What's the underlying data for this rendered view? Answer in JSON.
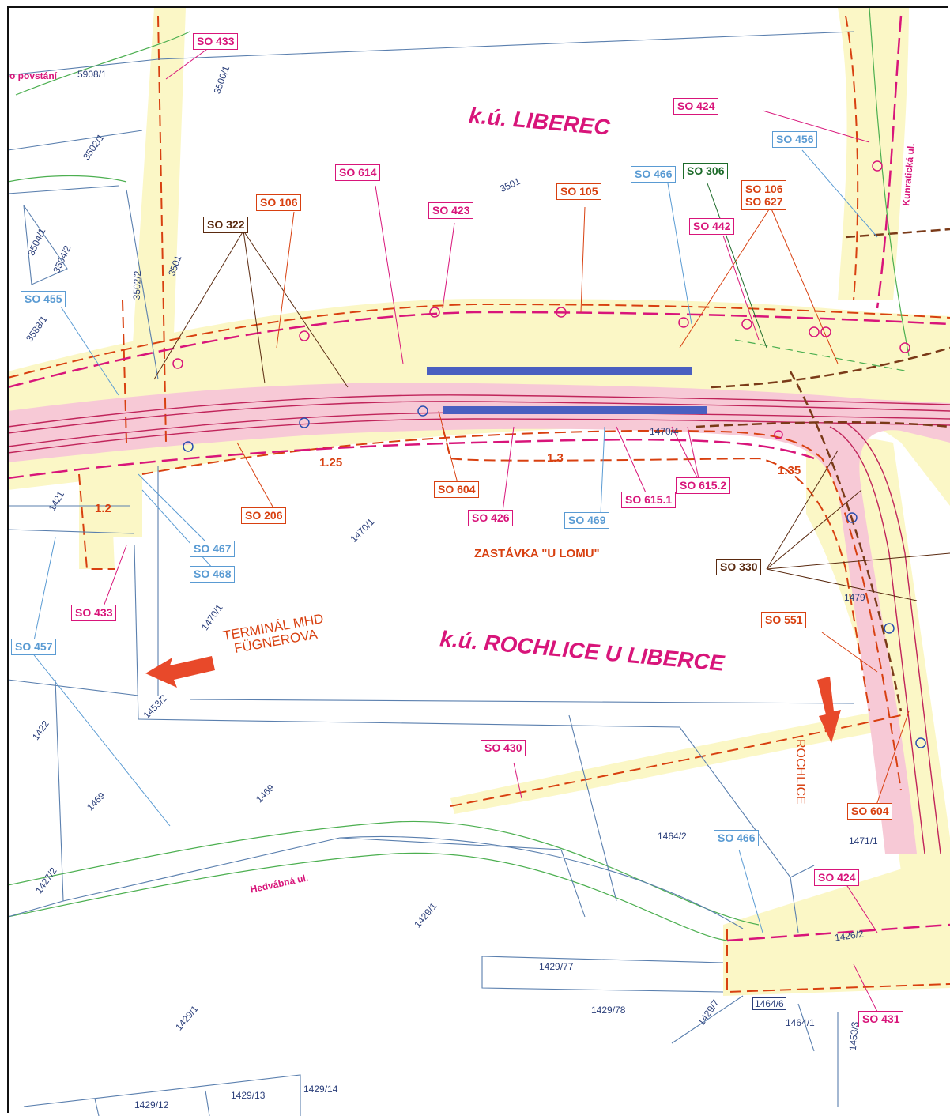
{
  "areas": {
    "liberec": "k.ú. LIBEREC",
    "rochlice": "k.ú. ROCHLICE U LIBERCE"
  },
  "stop_name": "ZASTÁVKA \"U LOMU\"",
  "terminal": {
    "line1": "TERMINÁL MHD",
    "line2": "FÜGNEROVA"
  },
  "direction_rochlice": "ROCHLICE",
  "streets": {
    "povstani": "o povstání",
    "kunraticka": "Kunratická ul.",
    "hedvabna": "Hedvábná ul."
  },
  "object_labels": {
    "so433_top": "SO 433",
    "so424_top": "SO 424",
    "so456": "SO 456",
    "so614": "SO 614",
    "so466_top": "SO 466",
    "so306": "SO 306",
    "so106_right": "SO 106",
    "so627": "SO 627",
    "so106_left": "SO 106",
    "so423": "SO 423",
    "so105": "SO 105",
    "so322": "SO 322",
    "so442": "SO 442",
    "so455": "SO 455",
    "so604_mid": "SO 604",
    "so615_2": "SO 615.2",
    "so615_1": "SO 615.1",
    "so206": "SO 206",
    "so426": "SO 426",
    "so469": "SO 469",
    "so467": "SO 467",
    "so468": "SO 468",
    "so433_bottom": "SO 433",
    "so330": "SO 330",
    "so551": "SO 551",
    "so457": "SO 457",
    "so430": "SO 430",
    "so604_bottom": "SO 604",
    "so466_bottom": "SO 466",
    "so424_bottom": "SO 424",
    "so431": "SO 431"
  },
  "distances": {
    "d1": "1.25",
    "d2": "1.3",
    "d3": "1.35",
    "d4": "1.2"
  },
  "parcels": {
    "p5908_1": "5908/1",
    "p3500_1": "3500/1",
    "p3502_1": "3502/1",
    "p3501_a": "3501",
    "p3501_b": "3501",
    "p3504_1": "3504/1",
    "p3504_2": "3504/2",
    "p3502_2": "3502/2",
    "p3588_1": "3588/1",
    "p1421": "1421",
    "p1470_1_a": "1470/1",
    "p1470_1_b": "1470/1",
    "p1453_2": "1453/2",
    "p1422": "1422",
    "p1469_a": "1469",
    "p1469_b": "1469",
    "p1427_2": "1427/2",
    "p1429_1_a": "1429/1",
    "p1429_1_b": "1429/1",
    "p1429_77": "1429/77",
    "p1429_78": "1429/78",
    "p1429_12": "1429/12",
    "p1429_13": "1429/13",
    "p1429_14": "1429/14",
    "p1464_2": "1464/2",
    "p1471_1": "1471/1",
    "p1426_2": "1426/2",
    "p1464_6": "1464/6",
    "p1464_1": "1464/1",
    "p1453_3": "1453/3",
    "p1429_7": "1429/7",
    "p1479": "1479",
    "p1470_4": "1470/4"
  },
  "colors": {
    "corridor_fill": "#fbf7c6",
    "track_fill": "#f7c9d6",
    "pink": "#d8157a",
    "orange_red": "#d84010",
    "light_blue": "#5a9bd3",
    "brown": "#5a2a10",
    "green": "#1d6b2a",
    "platform_blue": "#4a5fc0"
  }
}
